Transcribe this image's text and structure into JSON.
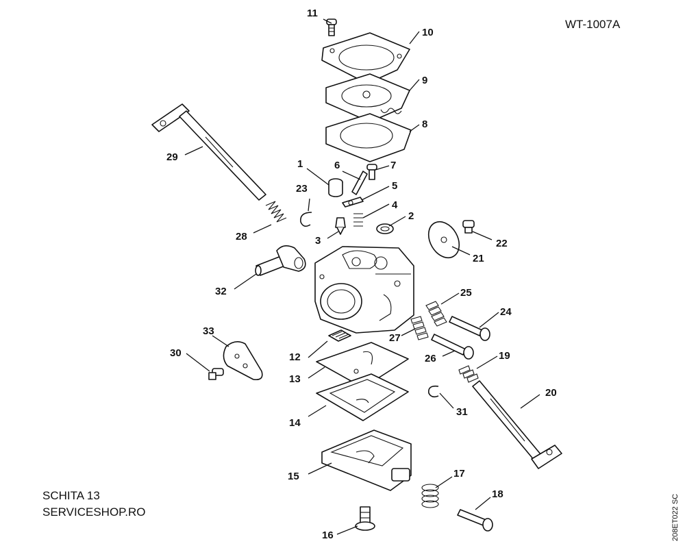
{
  "reference": "WT-1007A",
  "caption": {
    "line1": "SCHITA 13",
    "line2": "SERVICESHOP.RO"
  },
  "side_code": "208ET022 SC",
  "part_labels": {
    "p1": "1",
    "p2": "2",
    "p3": "3",
    "p4": "4",
    "p5": "5",
    "p6": "6",
    "p7": "7",
    "p8": "8",
    "p9": "9",
    "p10": "10",
    "p11": "11",
    "p12": "12",
    "p13": "13",
    "p14": "14",
    "p15": "15",
    "p16": "16",
    "p17": "17",
    "p18": "18",
    "p19": "19",
    "p20": "20",
    "p21": "21",
    "p22": "22",
    "p23": "23",
    "p24": "24",
    "p25": "25",
    "p26": "26",
    "p27": "27",
    "p28": "28",
    "p29": "29",
    "p30": "30",
    "p31": "31",
    "p32": "32",
    "p33": "33"
  }
}
